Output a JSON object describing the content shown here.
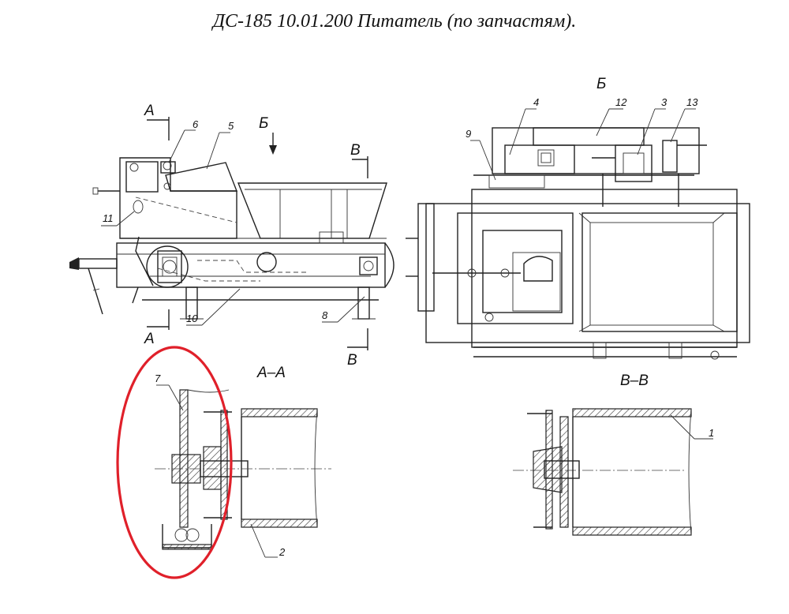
{
  "title": "ДС-185 10.01.200 Питатель (по запчастям).",
  "section_marks": {
    "a_top": "А",
    "a_bottom": "А",
    "b_arrow": "Б",
    "v_top": "В",
    "v_bottom": "В",
    "b_view": "Б"
  },
  "view_titles": {
    "section_aa": "А–А",
    "section_vv": "В–В"
  },
  "part_labels": {
    "p1": "1",
    "p2": "2",
    "p3": "3",
    "p4": "4",
    "p5": "5",
    "p6": "6",
    "p7": "7",
    "p8": "8",
    "p9": "9",
    "p10": "10",
    "p11": "11",
    "p12": "12",
    "p13": "13"
  },
  "highlight_color": "#e0202a"
}
